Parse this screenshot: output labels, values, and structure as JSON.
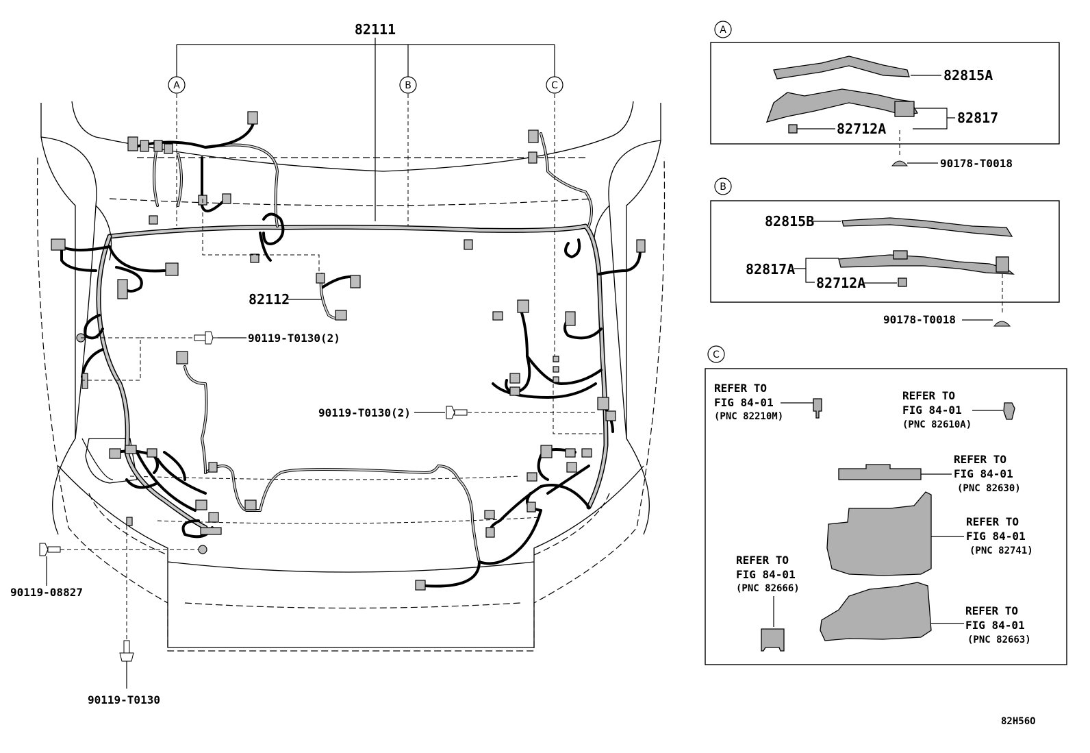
{
  "labels": {
    "main_harness": "82111",
    "sub_harness": "82112",
    "bolt_center_left": "90119-T0130(2)",
    "bolt_center": "90119-T0130(2)",
    "bolt_left": "90119-08827",
    "bolt_bottom": "90119-T0130",
    "diagram_code": "82H56O"
  },
  "callouts": [
    "A",
    "B",
    "C"
  ],
  "panel_a": {
    "letter": "A",
    "part1": "82815A",
    "part2": "82817",
    "part3": "82712A",
    "part4": "90178-T0018"
  },
  "panel_b": {
    "letter": "B",
    "part1": "82815B",
    "part2": "82817A",
    "part3": "82712A",
    "part4": "90178-T0018"
  },
  "panel_c": {
    "letter": "C",
    "refs": [
      {
        "line1": "REFER TO",
        "line2": "FIG 84-01",
        "pnc": "(PNC 82210M)"
      },
      {
        "line1": "REFER TO",
        "line2": "FIG 84-01",
        "pnc": "(PNC 82610A)"
      },
      {
        "line1": "REFER TO",
        "line2": "FIG 84-01",
        "pnc": "(PNC 82630)"
      },
      {
        "line1": "REFER TO",
        "line2": "FIG 84-01",
        "pnc": "(PNC 82741)"
      },
      {
        "line1": "REFER TO",
        "line2": "FIG 84-01",
        "pnc": "(PNC 82666)"
      },
      {
        "line1": "REFER TO",
        "line2": "FIG 84-01",
        "pnc": "(PNC 82663)"
      }
    ]
  }
}
